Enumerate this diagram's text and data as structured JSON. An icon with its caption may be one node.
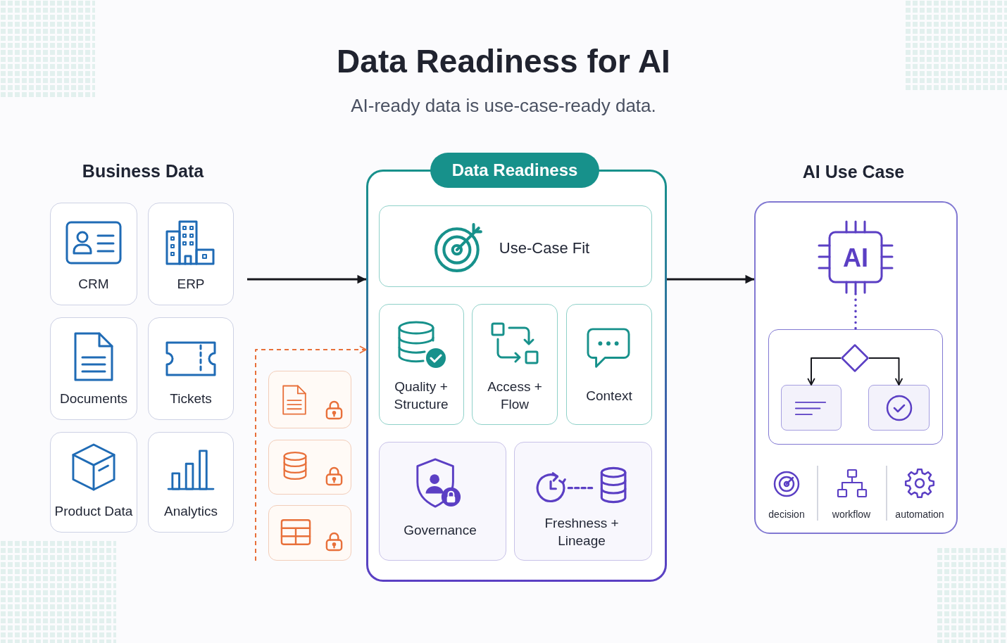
{
  "diagram": {
    "title": "Data Readiness for AI",
    "nodes": [
      {
        "text": [
          "Business Data"
        ]
      },
      {
        "text": [
          "CRM"
        ],
        "in": 0
      },
      {
        "text": [
          "ERP"
        ],
        "in": 0
      },
      {
        "text": [
          "Documents"
        ],
        "in": 0
      },
      {
        "text": [
          "Tickets"
        ],
        "in": 0
      },
      {
        "text": [
          "Product Data"
        ],
        "in": 0
      },
      {
        "text": [
          "Analytics"
        ],
        "in": 0
      },
      {
        "text": [],
        "shape": "box"
      },
      {
        "text": [],
        "shape": "box"
      },
      {
        "text": [],
        "shape": "box"
      },
      {
        "text": [
          "Data Readiness"
        ]
      },
      {
        "text": [
          "Use-Case Fit"
        ],
        "in": 10
      },
      {
        "text": [
          "Quality + Structure"
        ],
        "in": 10
      },
      {
        "text": [
          "Access + Flow"
        ],
        "in": 10
      },
      {
        "text": [
          "Context"
        ],
        "in": 10
      },
      {
        "text": [
          "Governance"
        ],
        "in": 10
      },
      {
        "text": [
          "Freshness + Lineage"
        ],
        "in": 10
      },
      {
        "text": [
          "AI Use Case"
        ]
      },
      {
        "text": [
          "AI"
        ],
        "in": 17
      },
      {
        "text": [],
        "shape": "box",
        "in": 17
      },
      {
        "text": [],
        "shape": "diamond",
        "in": 19
      },
      {
        "text": [],
        "shape": "box",
        "in": 19
      },
      {
        "text": [],
        "shape": "box",
        "in": 19
      }
    ],
    "edges": [
      {
        "from": 0,
        "to": 10,
        "arrow": "to"
      },
      {
        "from": null,
        "to": 10,
        "arrow": "to",
        "style": "dashed",
        "color": "#e8703a"
      },
      {
        "from": 10,
        "to": 17,
        "arrow": "to"
      },
      {
        "from": 18,
        "to": 19,
        "arrow": "none",
        "style": "dashed",
        "color": "#5b3fc4"
      },
      {
        "from": 20,
        "to": 21,
        "arrow": "to"
      },
      {
        "from": 20,
        "to": 22,
        "arrow": "to"
      }
    ],
    "labels": [
      "AI-ready data is use-case-ready data.",
      "decision",
      "workflow",
      "automation"
    ]
  }
}
